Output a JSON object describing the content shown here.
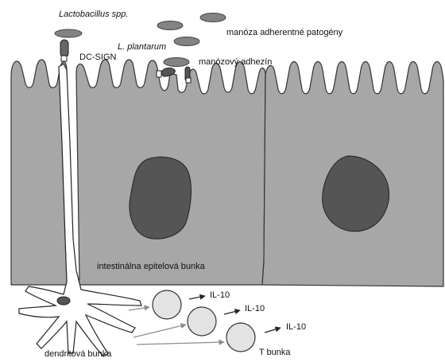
{
  "labels": {
    "lactobacillus": "Lactobacillus spp.",
    "dc_sign": "DC-SIGN",
    "plantarum": "L. plantarum",
    "mannose_pathogens": "manóza adherentné patogény",
    "mannose_adhesin": "manózový adhezín",
    "epithelial_cell": "intestinálna epitelová bunka",
    "il10_1": "IL-10",
    "il10_2": "IL-10",
    "il10_3": "IL-10",
    "t_cell": "T bunka",
    "dendritic_cell": "dendritová bunka"
  },
  "colors": {
    "epithelium": "#a7a7a7",
    "nucleus": "#555555",
    "bacteria": "#838383",
    "t_cell_fill": "#e3e3e3",
    "outline": "#333333",
    "arrow_gray": "#8c8c8c"
  }
}
